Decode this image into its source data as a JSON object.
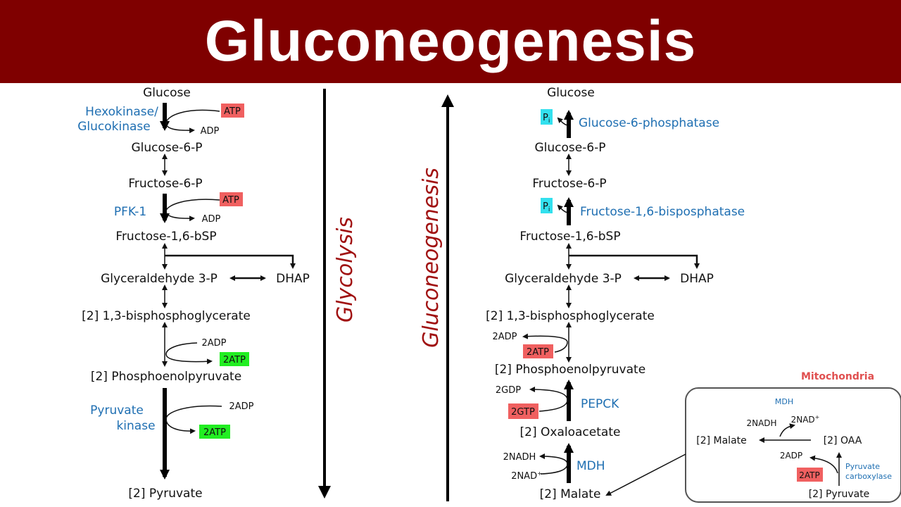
{
  "title": "Gluconeogenesis",
  "colors": {
    "banner": "#7f0000",
    "enzyme": "#1f6fb2",
    "atp_red": "#f06060",
    "atp_green": "#22ee22",
    "pi_cyan": "#33e0ee",
    "process_label": "#a01010",
    "mitochondria": "#e05050"
  },
  "glycolysis": {
    "label": "Glycolysis",
    "metabolites": {
      "glucose": "Glucose",
      "g6p": "Glucose-6-P",
      "f6p": "Fructose-6-P",
      "f16bp": "Fructose-1,6-bSP",
      "gap": "Glyceraldehyde 3-P",
      "dhap": "DHAP",
      "bpg": "[2] 1,3-bisphosphoglycerate",
      "pep": "[2] Phosphoenolpyruvate",
      "pyruvate": "[2] Pyruvate"
    },
    "enzymes": {
      "hexokinase_1": "Hexokinase/",
      "hexokinase_2": "Glucokinase",
      "pfk": "PFK-1",
      "pk_1": "Pyruvate",
      "pk_2": "kinase"
    },
    "cofactors": {
      "atp1": "ATP",
      "adp1": "ADP",
      "atp2": "ATP",
      "adp2": "ADP",
      "adp3": "2ADP",
      "atp3": "2ATP",
      "adp4": "2ADP",
      "atp4": "2ATP"
    }
  },
  "gluconeogenesis": {
    "label": "Gluconeogenesis",
    "metabolites": {
      "glucose": "Glucose",
      "g6p": "Glucose-6-P",
      "f6p": "Fructose-6-P",
      "f16bp": "Fructose-1,6-bSP",
      "gap": "Glyceraldehyde 3-P",
      "dhap": "DHAP",
      "bpg": "[2] 1,3-bisphosphoglycerate",
      "pep": "[2] Phosphoenolpyruvate",
      "oaa": "[2] Oxaloacetate",
      "malate": "[2] Malate"
    },
    "enzymes": {
      "g6pase": "Glucose-6-phosphatase",
      "fbpase": "Fructose-1,6-bisposphatase",
      "pepck": "PEPCK",
      "mdh": "MDH"
    },
    "cofactors": {
      "pi": "P",
      "pi_sub": "i",
      "adp": "2ADP",
      "atp": "2ATP",
      "gdp": "2GDP",
      "gtp": "2GTP",
      "nadh": "2NADH",
      "nad": "2NAD",
      "nad_sup": "+"
    }
  },
  "mitochondria": {
    "title": "Mitochondria",
    "mdh": "MDH",
    "nadh": "2NADH",
    "nad": "2NAD",
    "nad_sup": "+",
    "malate": "[2] Malate",
    "oaa": "[2] OAA",
    "adp": "2ADP",
    "atp": "2ATP",
    "pc_1": "Pyruvate",
    "pc_2": "carboxylase",
    "pyruvate": "[2] Pyruvate"
  }
}
